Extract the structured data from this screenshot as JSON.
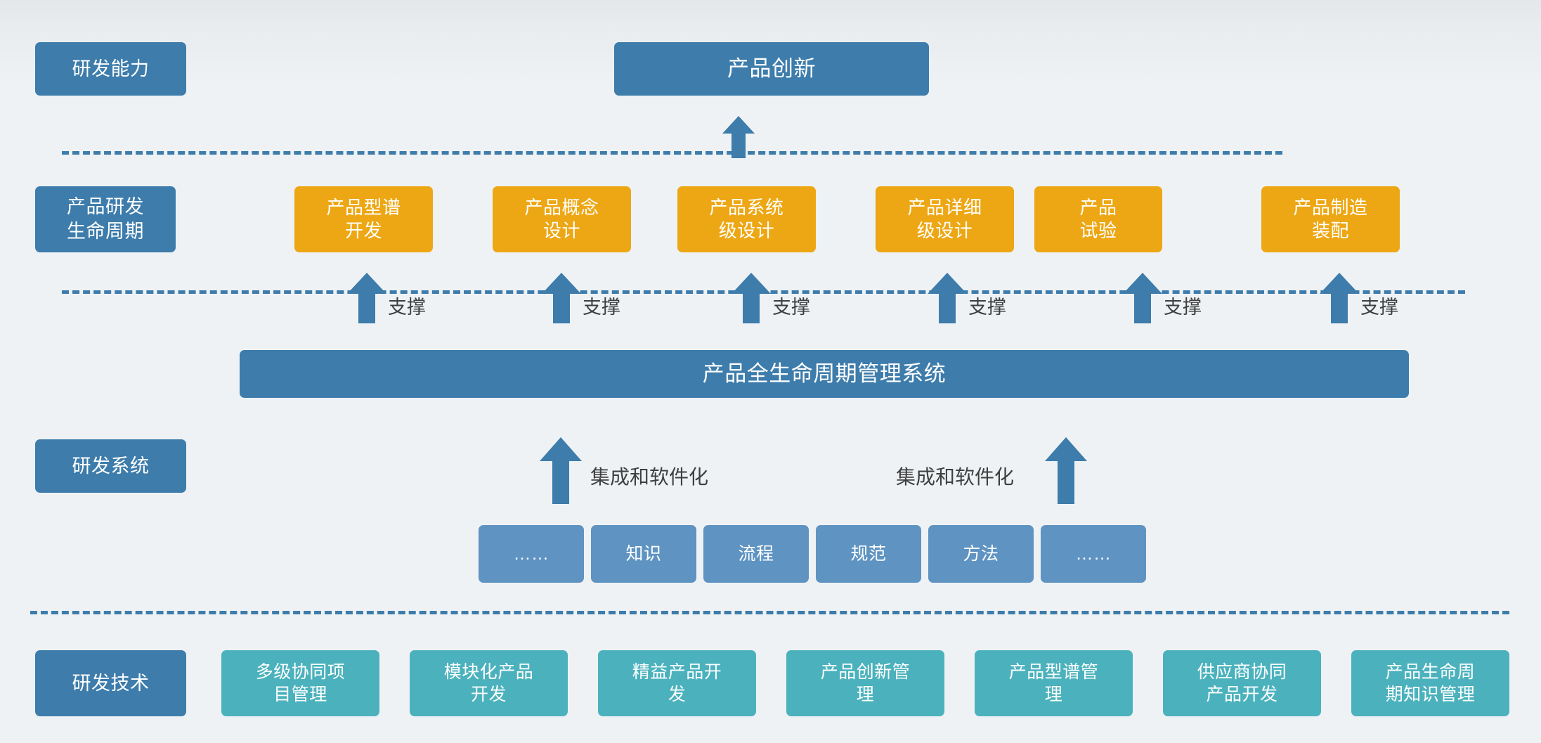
{
  "colors": {
    "background": "#eef2f5",
    "blue": "#3d7cab",
    "blue_soft": "#5e93c2",
    "amber": "#eda714",
    "teal": "#4bb2bd",
    "dash": "#3d7cab",
    "arrow": "#3d7cab",
    "label_text": "#3f3f3f"
  },
  "row_labels": {
    "capability": "研发能力",
    "lifecycle": "产品研发\n生命周期",
    "system": "研发系统",
    "technology": "研发技术"
  },
  "top": {
    "banner": "产品创新"
  },
  "lifecycle_stages": [
    {
      "label": "产品型谱\n开发"
    },
    {
      "label": "产品概念\n设计"
    },
    {
      "label": "产品系统\n级设计"
    },
    {
      "label": "产品详细\n级设计"
    },
    {
      "label": "产品\n试验"
    },
    {
      "label": "产品制造\n装配"
    }
  ],
  "support_label": "支撑",
  "plm": {
    "label": "产品全生命周期管理系统"
  },
  "integration_label": "集成和软件化",
  "knowledge_boxes": [
    {
      "label": "……"
    },
    {
      "label": "知识"
    },
    {
      "label": "流程"
    },
    {
      "label": "规范"
    },
    {
      "label": "方法"
    },
    {
      "label": "……"
    }
  ],
  "technologies": [
    {
      "label": "多级协同项\n目管理"
    },
    {
      "label": "模块化产品\n开发"
    },
    {
      "label": "精益产品开\n发"
    },
    {
      "label": "产品创新管\n理"
    },
    {
      "label": "产品型谱管\n理"
    },
    {
      "label": "供应商协同\n产品开发"
    },
    {
      "label": "产品生命周\n期知识管理"
    }
  ]
}
